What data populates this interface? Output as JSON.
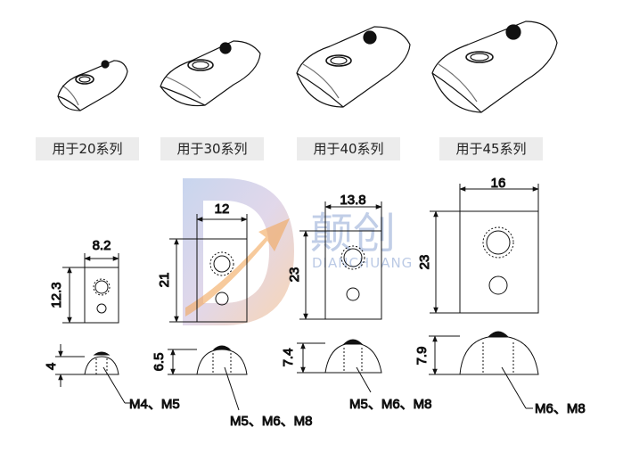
{
  "series_labels": [
    "用于20系列",
    "用于30系列",
    "用于40系列",
    "用于45系列"
  ],
  "watermark": {
    "cn": "颠创",
    "en": "DIANCHUANG"
  },
  "top_views": [
    {
      "width": "8.2",
      "height": "12.3"
    },
    {
      "width": "12",
      "height": "21"
    },
    {
      "width": "13.8",
      "height": "23"
    },
    {
      "width": "16",
      "height": "23"
    }
  ],
  "side_views": [
    {
      "height": "4",
      "thread": "M4、M5"
    },
    {
      "height": "6.5",
      "thread": "M5、M6、M8"
    },
    {
      "height": "7.4",
      "thread": "M5、M6、M8"
    },
    {
      "height": "7.9",
      "thread": "M6、M8"
    }
  ],
  "colors": {
    "line": "#111111",
    "label_bg": "#ececec",
    "watermark_blue": "#8fa7d4",
    "watermark_orange": "#f2a65a"
  }
}
